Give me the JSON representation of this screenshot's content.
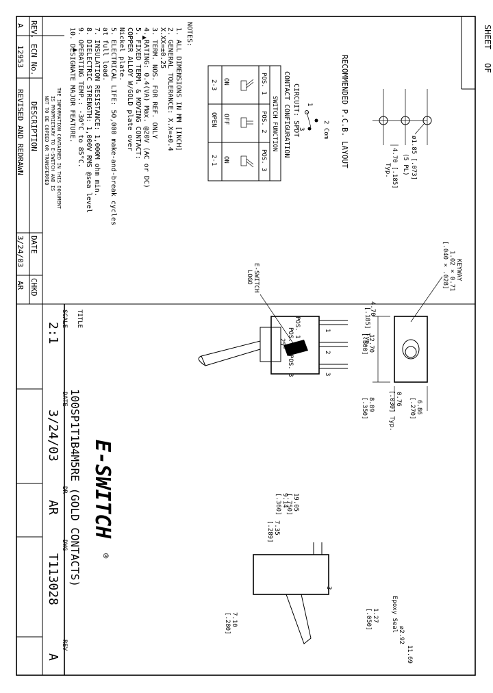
{
  "title_block": {
    "sheet_label": "SHEET",
    "sheet_of": "OF",
    "title_label": "TITLE",
    "title": "100SP1T1B4M5RE (GOLD CONTACTS)",
    "scale_label": "SCALE",
    "scale": "2:1",
    "date_label": "DATE",
    "date": "3/24/03",
    "dr_label": "DR",
    "drawn_by": "AR",
    "dwg_label": "DWG",
    "drawing_no": "T113028",
    "rev_label": "REV",
    "rev": "A",
    "brand": "E-SWITCH",
    "registered": "®"
  },
  "revision": {
    "header": [
      "REV.",
      "ECN No.",
      "DESCRIPTION",
      "DATE",
      "CHKD"
    ],
    "row": [
      "A",
      "12953",
      "REVISED AND REDRAWN",
      "3/24/03",
      "AR"
    ]
  },
  "proprietary": [
    "THE INFORMATION CONTAINED IN THIS DOCUMENT",
    "IS PROPRIETARY TO E-SWITCH AND IS",
    "NOT TO BE COPIED OR TRANSFERRED"
  ],
  "notes": {
    "heading": "NOTES:",
    "lines": [
      "1.  ALL DIMENSIONS IN MM [INCH]",
      "2.  GENERAL TOLERANCE: X.X=±0.4",
      "                       X.XX=±0.25",
      "3.  TERM. NOS. FOR REF. ONLY",
      "4.  RATING: 0.4(VA) Max. @20V (AC or DC)",
      "5.  FIXED TERM. & MOVING CONTACT:",
      "      COPPER ALLOY W/GOLD plate over",
      "      Nickel plate.",
      "5.  ELECTRICAL LIFE: 50,000 make-and-break cycles",
      "      at full load.",
      "7.  INSULATION RESISTANCE: 1,000M ohm min.",
      "8.  DIELECTRIC STRENGTH: 1,000V RMS @sea level",
      "9.  OPERATING TEMP.: -30°C to 85°C.",
      "10.    DESIGNATE MAJOR FEATURE."
    ]
  },
  "circuit": {
    "title": "CIRCUIT: SPDT",
    "subtitle": "CONTACT CONFIGURATION",
    "table_header": "SWITCH FUNCTION",
    "columns": [
      "POS. 1",
      "POS. 2",
      "POS. 3"
    ],
    "functions": [
      "ON",
      "OFF",
      "ON"
    ],
    "connections": [
      "2-3",
      "OPEN",
      "2-1"
    ],
    "label_com": "2 Com",
    "label_1": "1",
    "label_3": "3"
  },
  "pcb": {
    "title": "RECOMMENDED P.C.B. LAYOUT",
    "hole_dim": "ø1.85 [.073]",
    "hole_count": "(5 PL)",
    "pitch": "4.70 [.185]",
    "pitch_note": "Typ."
  },
  "end_view": {
    "keyway_label": "KEYWAY",
    "keyway_mm": "1.02 × 0.71",
    "keyway_in": "[.040 × .028]",
    "width": "12.70",
    "width_in": "[.500]",
    "depth": "6.86",
    "depth_in": "[.270]"
  },
  "side_view": {
    "logo_label_1": "E-SWITCH",
    "logo_label_2": "LOGO",
    "pos1": "POS. 1",
    "pos2": "POS. 2",
    "pos3": "POS. 3",
    "angle": "25°",
    "pin_pitch": "4.70",
    "pin_pitch_in": "[.185] Typ.",
    "pin_width": "0.76",
    "pin_width_in": "[.030] Typ.",
    "body_h": "8.89",
    "body_h_in": "[.350]",
    "term_1": "1",
    "term_2": "2",
    "term_3": "3"
  },
  "front_view": {
    "d1": "7.35",
    "d1_in": "[.289]",
    "d2": "9.14",
    "d2_in": "[.360]",
    "d3": "19.05",
    "d3_in": "[.750]",
    "d4": "7.10",
    "d4_in": "[.280]",
    "d5": "1.27",
    "d5_in": "[.050]",
    "d6": "ø2.92",
    "d7": "11.69",
    "epoxy": "Epoxy Seal",
    "term": "3"
  }
}
